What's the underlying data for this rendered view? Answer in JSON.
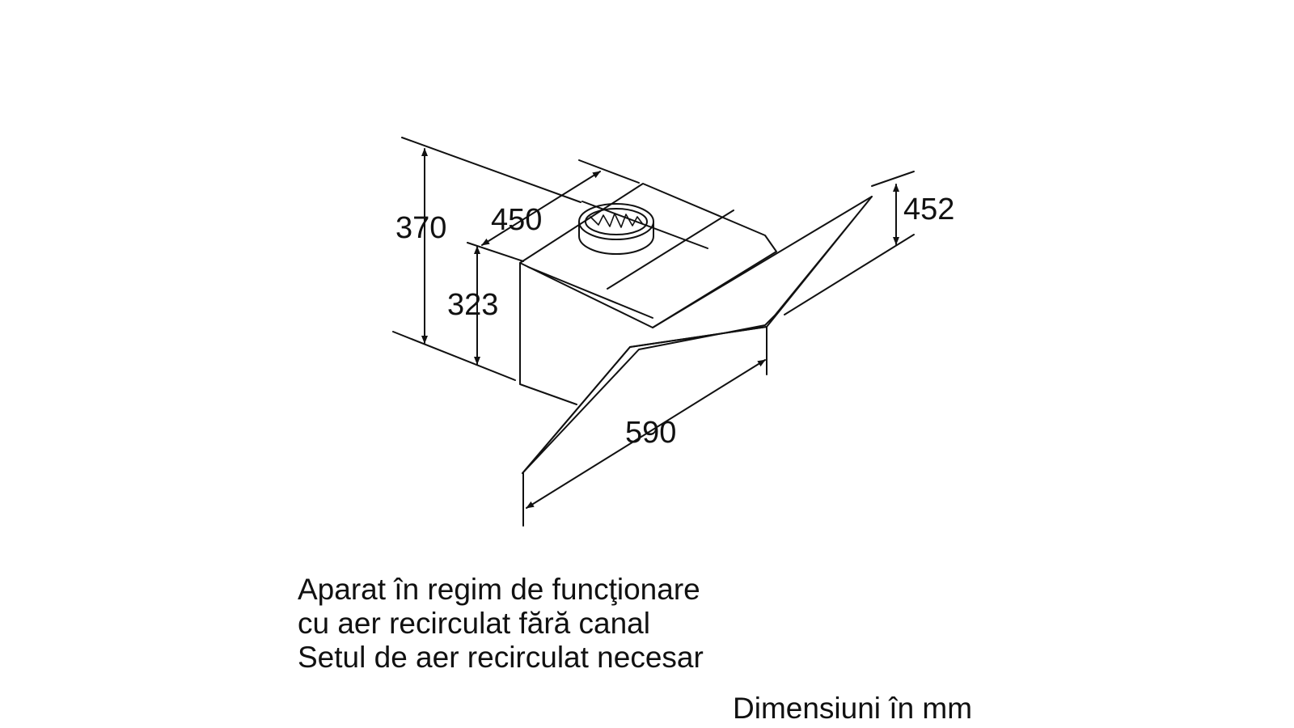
{
  "dimensions": {
    "total_height": "370",
    "depth": "450",
    "body_height": "323",
    "glass_height": "452",
    "width": "590"
  },
  "caption": {
    "line1": "Aparat în regim de funcţionare",
    "line2": "cu aer recirculat fără canal",
    "line3": "Setul de aer recirculat necesar"
  },
  "units_note": "Dimensiuni în mm",
  "colors": {
    "line": "#111111",
    "background": "#ffffff"
  }
}
